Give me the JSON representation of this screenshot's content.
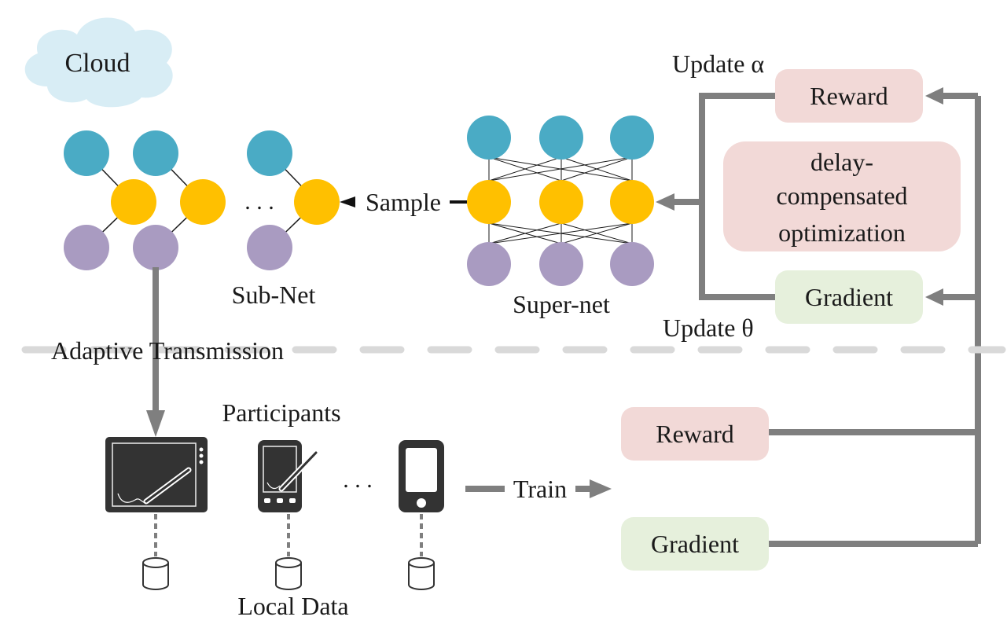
{
  "colors": {
    "node_blue": "#4aabc5",
    "node_yellow": "#ffc000",
    "node_purple": "#a99bc1",
    "arrow_gray": "#7f7f7f",
    "reward_bg": "#f2d9d7",
    "gradient_bg": "#e6f0dc",
    "cloud_bg": "#d8edf5",
    "device_dark": "#333333",
    "divider": "#d9d9d9"
  },
  "icons": [
    "cloud-icon",
    "tablet-pen-icon",
    "pda-pen-icon",
    "smartphone-icon",
    "database-icon"
  ],
  "labels": {
    "cloud": "Cloud",
    "sub_net": "Sub-Net",
    "super_net": "Super-net",
    "sample": "Sample",
    "ellipsis": ". . .",
    "update_alpha": "Update α",
    "update_theta": "Update θ",
    "adaptive_transmission": "Adaptive Transmission",
    "participants": "Participants",
    "train": "Train",
    "local_data": "Local Data"
  },
  "cloud_side": {
    "reward": "Reward",
    "gradient": "Gradient",
    "optimization": [
      "delay-",
      "compensated",
      "optimization"
    ]
  },
  "participant_side": {
    "reward": "Reward",
    "gradient": "Gradient"
  }
}
